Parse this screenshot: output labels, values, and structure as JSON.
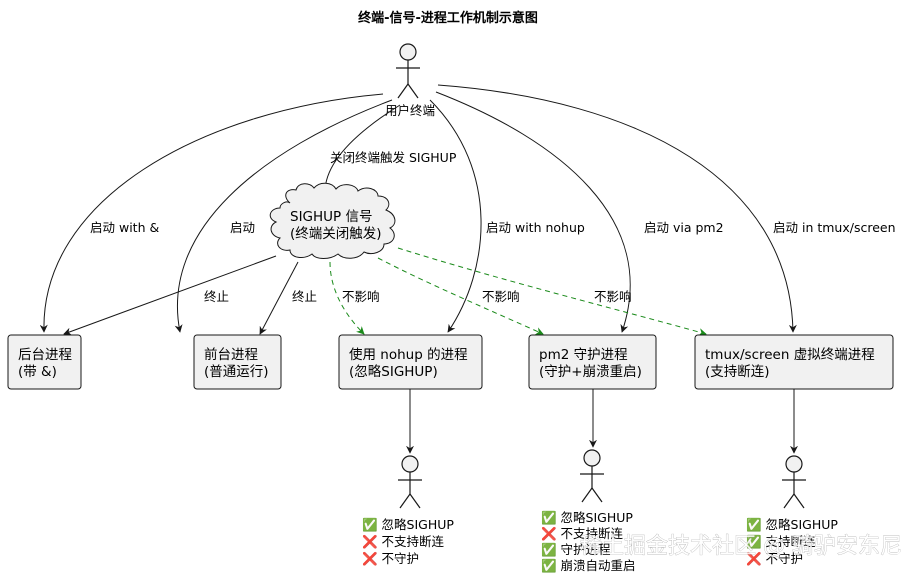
{
  "title": "终端-信号-进程工作机制示意图",
  "actors": {
    "user": "用户终端"
  },
  "cloud": {
    "line1": "SIGHUP 信号",
    "line2": "(终端关闭触发)"
  },
  "nodes": {
    "bg": {
      "line1": "后台进程",
      "line2": "(带 &)"
    },
    "fg": {
      "line1": "前台进程",
      "line2": "(普通运行)"
    },
    "nohup": {
      "line1": "使用 nohup 的进程",
      "line2": "(忽略SIGHUP)"
    },
    "pm2": {
      "line1": "pm2 守护进程",
      "line2": "(守护+崩溃重启)"
    },
    "tmux": {
      "line1": "tmux/screen 虚拟终端进程",
      "line2": "(支持断连)"
    }
  },
  "edges": {
    "trigger": "关闭终端触发 SIGHUP",
    "start_bg": "启动 with &",
    "start_fg": "启动",
    "start_nohup": "启动 with nohup",
    "start_pm2": "启动 via pm2",
    "start_tmux": "启动 in tmux/screen",
    "kill_bg": "终止",
    "kill_fg": "终止",
    "noeffect_nohup": "不影响",
    "noeffect_pm2": "不影响",
    "noeffect_tmux": "不影响"
  },
  "results": {
    "nohup": [
      "✅ 忽略SIGHUP",
      "❌ 不支持断连",
      "❌ 不守护"
    ],
    "pm2": [
      "✅ 忽略SIGHUP",
      "❌ 不支持断连",
      "✅ 守护进程",
      "✅ 崩溃自动重启"
    ],
    "tmux": [
      "✅ 忽略SIGHUP",
      "✅ 支持断连",
      "❌ 不守护"
    ]
  },
  "watermark": "稀土掘金技术社区 @ 骑驴安东尼",
  "colors": {
    "arrow": "#181818",
    "dashed": "#1a8a1a",
    "node_fill": "#f1f1f1",
    "node_stroke": "#181818"
  }
}
